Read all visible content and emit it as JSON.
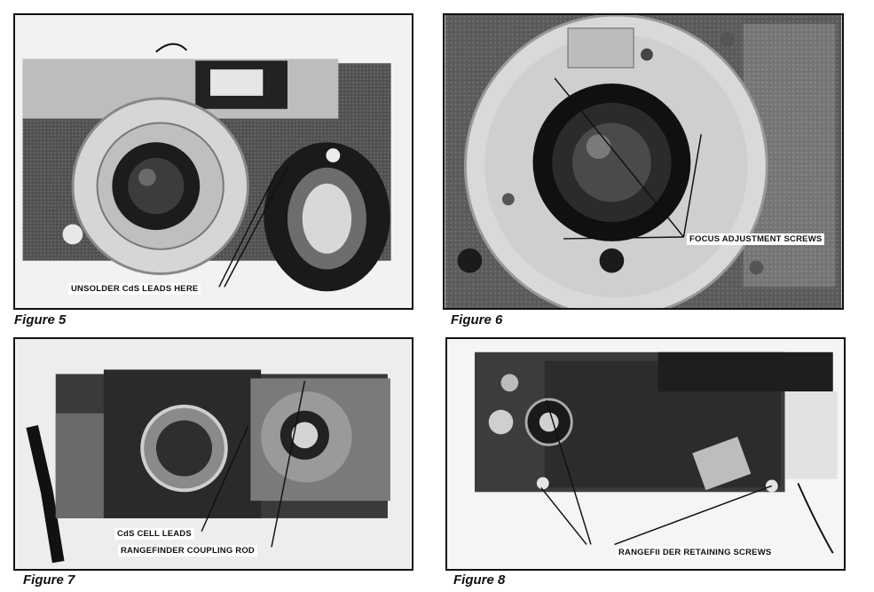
{
  "figures": [
    {
      "caption": "Figure 5",
      "labels": [
        "UNSOLDER CdS LEADS HERE"
      ]
    },
    {
      "caption": "Figure 6",
      "labels": [
        "FOCUS ADJUSTMENT SCREWS"
      ]
    },
    {
      "caption": "Figure 7",
      "labels": [
        "CdS CELL LEADS",
        "RANGEFINDER COUPLING ROD"
      ]
    },
    {
      "caption": "Figure 8",
      "labels": [
        "RANGEFII DER RETAINING SCREWS"
      ]
    }
  ]
}
